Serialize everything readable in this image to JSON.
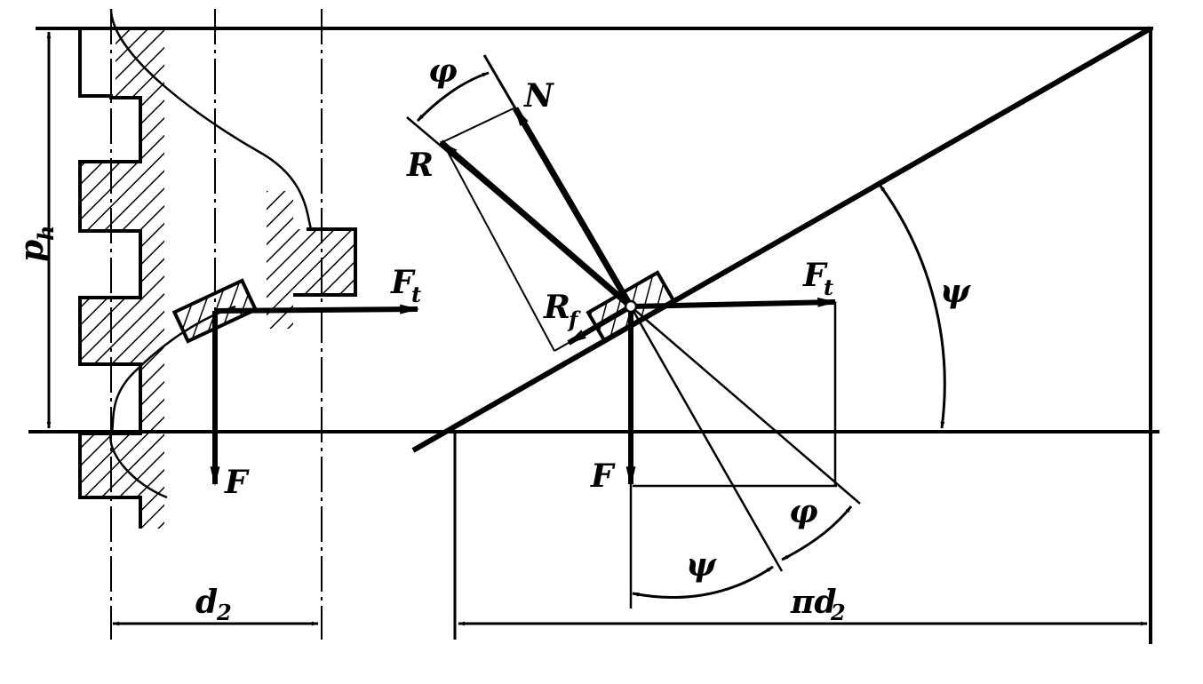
{
  "labels": {
    "p": "p",
    "p_sub": "h",
    "d": "d",
    "d_sub": "2",
    "F_left": "F",
    "Ft_left": "F",
    "Ft_left_sub": "t",
    "phi_top": "φ",
    "N": "N",
    "R": "R",
    "Rf": "R",
    "Rf_sub": "f",
    "Ft_right": "F",
    "Ft_right_sub": "t",
    "psi_right": "ψ",
    "F_right": "F",
    "phi_bottom": "φ",
    "psi_bottom": "ψ",
    "pi_d2": "πd",
    "pi_d2_sub": "2"
  },
  "colors": {
    "ink": "#000000",
    "background": "#ffffff"
  }
}
